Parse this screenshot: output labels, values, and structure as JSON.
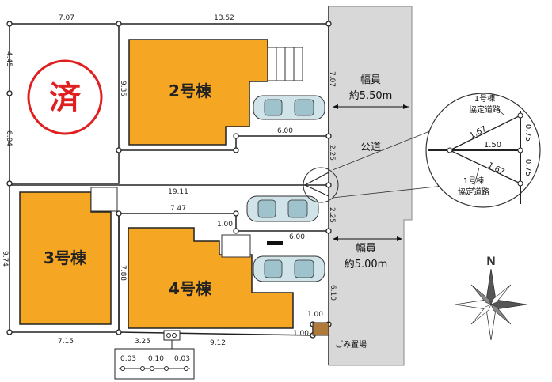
{
  "lots": {
    "lot2": {
      "label": "2号棟",
      "color": "#F5A623"
    },
    "lot3": {
      "label": "3号棟",
      "color": "#F5A623"
    },
    "lot4": {
      "label": "4号棟",
      "color": "#F5A623"
    }
  },
  "sold_mark": {
    "text": "済",
    "color": "#E02020"
  },
  "road_main": {
    "name": "公道",
    "width_title": "幅員",
    "width_top": "約5.50m",
    "width_bottom": "約5.00m"
  },
  "dimensions": {
    "top_left": "7.07",
    "top_right": "13.52",
    "left_upper": "4.45",
    "left_lower": "6.04",
    "lot2_left": "9.35",
    "lot2_bottom": "6.00",
    "east_upper": "7.07",
    "east_mid": "2.25",
    "east_mid2": "2.25",
    "mid_line": "19.11",
    "lot4_top": "7.47",
    "lot4_step": "1.00",
    "lot4_right": "6.00",
    "lot4_left": "7.88",
    "east_lower": "6.10",
    "lot3_left": "9.74",
    "bottom_left": "7.15",
    "bottom_mid": "3.25",
    "bottom_right": "9.12",
    "gomi_top": "1.00",
    "gomi_left": "1.00",
    "inset_a": "0.03",
    "inset_b": "0.10",
    "inset_c": "0.03"
  },
  "detail": {
    "label_top_1": "1号棟",
    "label_top_2": "協定道路",
    "label_bottom_1": "1号棟",
    "label_bottom_2": "協定道路",
    "d_upper": "1.67",
    "d_mid": "1.50",
    "d_lower": "1.67",
    "r_upper": "0.75",
    "r_lower": "0.75"
  },
  "gomi": {
    "label": "ごみ置場",
    "color": "#B07A3A"
  },
  "compass": {
    "north": "N"
  }
}
